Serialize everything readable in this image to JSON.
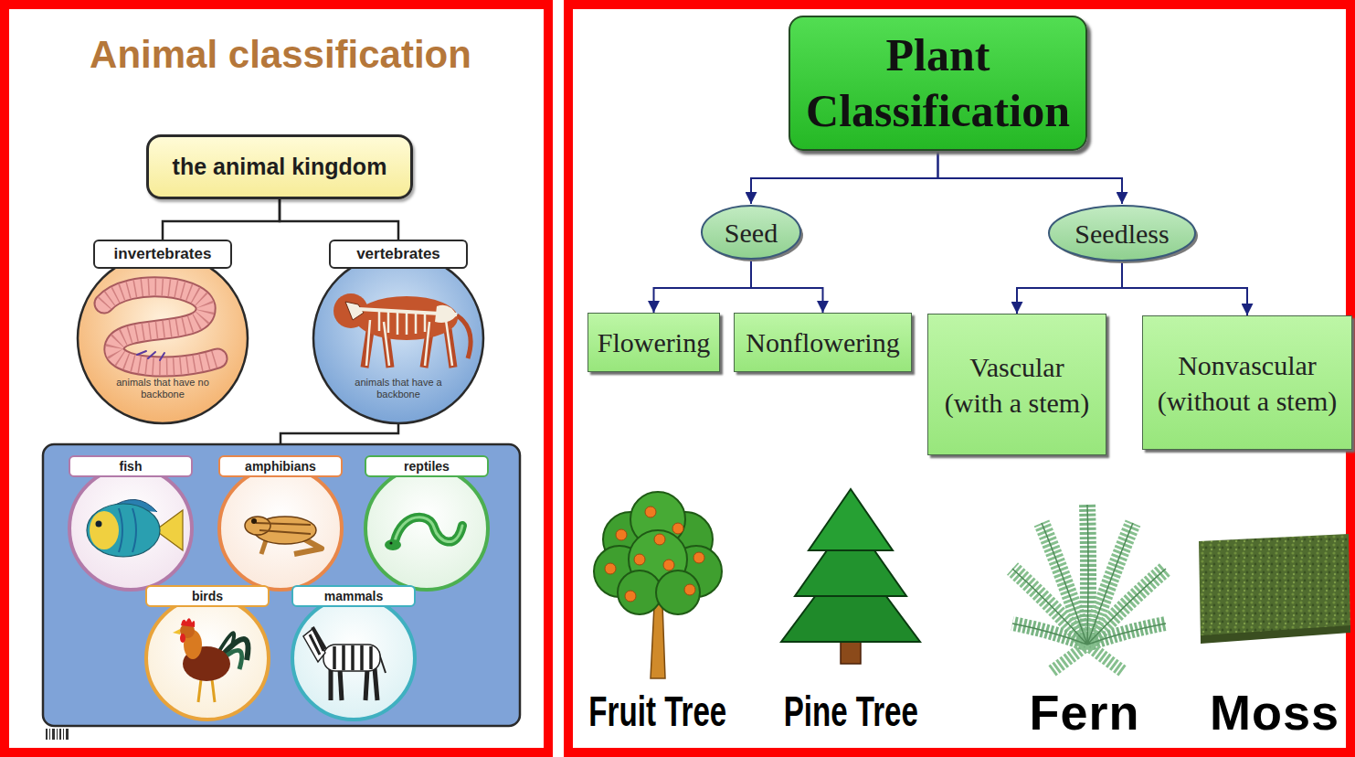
{
  "diagram": {
    "nodes": [
      {
        "text": [
          "the animal kingdom"
        ]
      },
      {
        "text": [
          "invertebrates",
          "animals that have no backbone"
        ]
      },
      {
        "text": [
          "vertebrates",
          "animals that have a backbone"
        ]
      },
      {
        "text": [
          "fish"
        ]
      },
      {
        "text": [
          "amphibians"
        ]
      },
      {
        "text": [
          "reptiles"
        ]
      },
      {
        "text": [
          "birds"
        ]
      },
      {
        "text": [
          "mammals"
        ]
      },
      {
        "text": [
          "Plant Classification"
        ]
      },
      {
        "text": [
          "Seed"
        ]
      },
      {
        "text": [
          "Seedless"
        ]
      },
      {
        "text": [
          "Flowering"
        ]
      },
      {
        "text": [
          "Nonflowering"
        ]
      },
      {
        "text": [
          "Vascular (with a stem)"
        ]
      },
      {
        "text": [
          "Nonvascular (without a stem)"
        ]
      }
    ],
    "edges": [
      {
        "from": 0,
        "to": 1,
        "arrow": "none"
      },
      {
        "from": 0,
        "to": 2,
        "arrow": "none"
      },
      {
        "from": 8,
        "to": 9,
        "arrow": "to"
      },
      {
        "from": 8,
        "to": 10,
        "arrow": "to"
      },
      {
        "from": 9,
        "to": 11,
        "arrow": "to"
      },
      {
        "from": 9,
        "to": 12,
        "arrow": "to"
      },
      {
        "from": 10,
        "to": 13,
        "arrow": "to"
      },
      {
        "from": 10,
        "to": 14,
        "arrow": "to"
      }
    ],
    "labels": [
      "Animal classification",
      "Fruit Tree",
      "Pine Tree",
      "Fern",
      "Moss"
    ]
  }
}
